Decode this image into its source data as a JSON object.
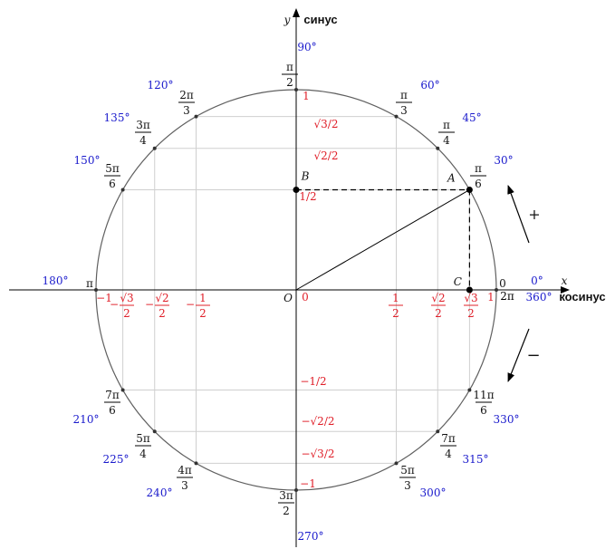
{
  "axes": {
    "x_label": "x",
    "y_label": "y",
    "x_name": "косинус",
    "y_name": "синус",
    "origin_label": "O",
    "origin_value": "0"
  },
  "points": {
    "A": "A",
    "B": "B",
    "C": "C"
  },
  "direction": {
    "positive": "+",
    "negative": "−"
  },
  "angles": [
    {
      "deg": 90,
      "deg_label": "90°",
      "rad_num": "π",
      "rad_den": "2",
      "simple": ""
    },
    {
      "deg": 60,
      "deg_label": "60°",
      "rad_num": "π",
      "rad_den": "3",
      "simple": ""
    },
    {
      "deg": 45,
      "deg_label": "45°",
      "rad_num": "π",
      "rad_den": "4",
      "simple": ""
    },
    {
      "deg": 30,
      "deg_label": "30°",
      "rad_num": "π",
      "rad_den": "6",
      "simple": ""
    },
    {
      "deg": 0,
      "deg_label": "0°",
      "rad_num": "",
      "rad_den": "",
      "simple": "0",
      "alt_deg_label": "360°",
      "alt_simple": "2π"
    },
    {
      "deg": 120,
      "deg_label": "120°",
      "rad_num": "2π",
      "rad_den": "3",
      "simple": ""
    },
    {
      "deg": 135,
      "deg_label": "135°",
      "rad_num": "3π",
      "rad_den": "4",
      "simple": ""
    },
    {
      "deg": 150,
      "deg_label": "150°",
      "rad_num": "5π",
      "rad_den": "6",
      "simple": ""
    },
    {
      "deg": 180,
      "deg_label": "180°",
      "rad_num": "",
      "rad_den": "",
      "simple": "π"
    },
    {
      "deg": 210,
      "deg_label": "210°",
      "rad_num": "7π",
      "rad_den": "6",
      "simple": ""
    },
    {
      "deg": 225,
      "deg_label": "225°",
      "rad_num": "5π",
      "rad_den": "4",
      "simple": ""
    },
    {
      "deg": 240,
      "deg_label": "240°",
      "rad_num": "4π",
      "rad_den": "3",
      "simple": ""
    },
    {
      "deg": 270,
      "deg_label": "270°",
      "rad_num": "3π",
      "rad_den": "2",
      "simple": ""
    },
    {
      "deg": 300,
      "deg_label": "300°",
      "rad_num": "5π",
      "rad_den": "3",
      "simple": ""
    },
    {
      "deg": 315,
      "deg_label": "315°",
      "rad_num": "7π",
      "rad_den": "4",
      "simple": ""
    },
    {
      "deg": 330,
      "deg_label": "330°",
      "rad_num": "11π",
      "rad_den": "6",
      "simple": ""
    }
  ],
  "sin_values": [
    {
      "value": 1,
      "text": "1"
    },
    {
      "value": 0.866,
      "text": "√3/2"
    },
    {
      "value": 0.707,
      "text": "√2/2"
    },
    {
      "value": 0.5,
      "text": "1/2"
    },
    {
      "value": -0.5,
      "text": "−1/2"
    },
    {
      "value": -0.707,
      "text": "−√2/2"
    },
    {
      "value": -0.866,
      "text": "−√3/2"
    },
    {
      "value": -1,
      "text": "−1"
    }
  ],
  "cos_values": [
    {
      "value": -1,
      "text": "−1",
      "type": "plain"
    },
    {
      "value": -0.866,
      "sign": "−",
      "num": "√3",
      "den": "2",
      "type": "frac"
    },
    {
      "value": -0.707,
      "sign": "−",
      "num": "√2",
      "den": "2",
      "type": "frac"
    },
    {
      "value": -0.5,
      "sign": "−",
      "num": "1",
      "den": "2",
      "type": "frac"
    },
    {
      "value": 0.5,
      "sign": "",
      "num": "1",
      "den": "2",
      "type": "frac"
    },
    {
      "value": 0.707,
      "sign": "",
      "num": "√2",
      "den": "2",
      "type": "frac"
    },
    {
      "value": 0.866,
      "sign": "",
      "num": "√3",
      "den": "2",
      "type": "frac"
    },
    {
      "value": 1,
      "text": "1",
      "type": "plain"
    }
  ],
  "colors": {
    "degree": "#1a1acc",
    "value": "#e0202a",
    "circle": "#606060",
    "grid": "#cfcfcf",
    "axis": "#000000",
    "text": "#111111"
  }
}
